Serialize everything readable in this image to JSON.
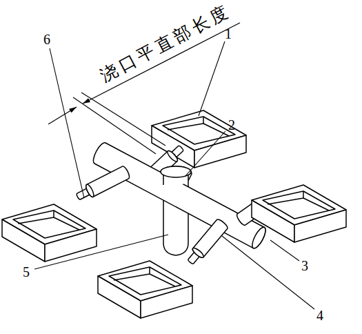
{
  "diagram": {
    "labels": [
      "浇口平直部长度",
      "1",
      "2",
      "3",
      "4",
      "5",
      "6"
    ]
  }
}
